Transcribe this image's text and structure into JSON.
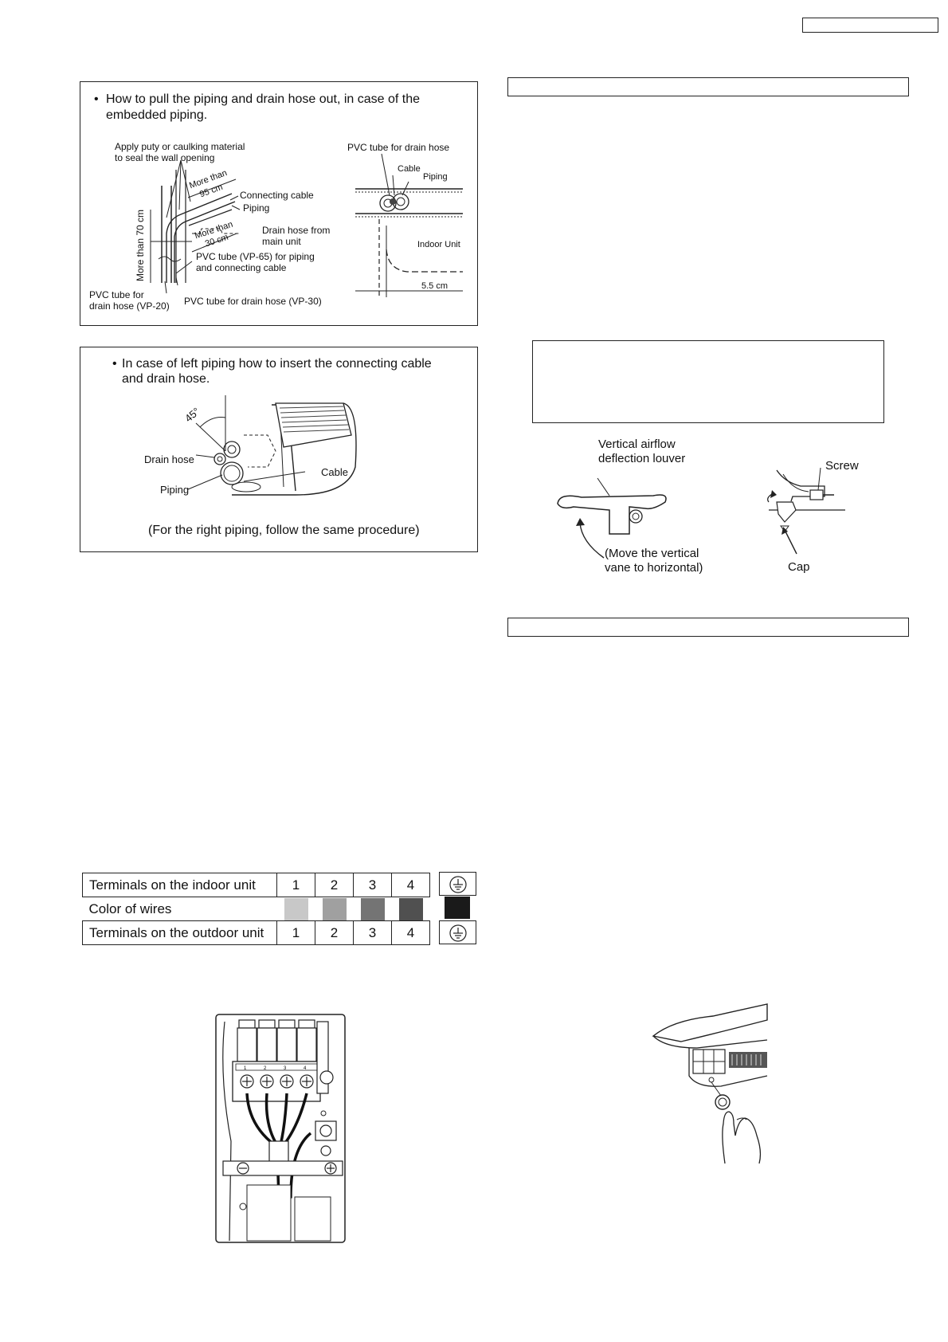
{
  "box1": {
    "bullet": "•",
    "heading_line1": "How to pull the piping and drain hose out, in case of the",
    "heading_line2": "embedded piping.",
    "labels": {
      "apply_puty": "Apply puty or caulking material",
      "seal_wall": "to seal the wall opening",
      "more_than_95_a": "More than",
      "more_than_95_b": "95 cm",
      "connecting_cable": "Connecting cable",
      "piping": "Piping",
      "more_than_30_a": "More than",
      "more_than_30_b": "30 cm",
      "drain_hose_from": "Drain hose from",
      "main_unit": "main unit",
      "more_than_70": "More than 70 cm",
      "pvc_vp65_a": "PVC tube (VP-65) for piping",
      "pvc_vp65_b": "and connecting cable",
      "pvc_vp20_a": "PVC tube for",
      "pvc_vp20_b": "drain hose (VP-20)",
      "pvc_vp30": "PVC tube for drain hose (VP-30)",
      "pvc_drain_hose": "PVC tube for drain hose",
      "cable": "Cable",
      "piping2": "Piping",
      "indoor_unit": "Indoor Unit",
      "dim_5_5": "5.5 cm"
    }
  },
  "box2": {
    "bullet": "•",
    "heading_line1": "In case of left piping how to insert the connecting cable",
    "heading_line2": "and drain hose.",
    "labels": {
      "angle": "45°",
      "drain_hose": "Drain hose",
      "cable": "Cable",
      "piping": "Piping",
      "note": "(For the right piping, follow the same procedure)"
    }
  },
  "louver": {
    "title_a": "Vertical airflow",
    "title_b": "deflection louver",
    "move_a": "(Move the vertical",
    "move_b": "vane to horizontal)",
    "screw": "Screw",
    "cap": "Cap"
  },
  "wire_table": {
    "rows": [
      {
        "label": "Terminals on the indoor unit",
        "cells": [
          "1",
          "2",
          "3",
          "4"
        ],
        "earth": true
      },
      {
        "label": "Color of wires",
        "swatches": [
          "#c8c8c8",
          "#a0a0a0",
          "#747474",
          "#505050"
        ],
        "earth_swatch": "#1a1a1a"
      },
      {
        "label": "Terminals on the outdoor unit",
        "cells": [
          "1",
          "2",
          "3",
          "4"
        ],
        "earth": true
      }
    ]
  },
  "terminal_board": {
    "numbers": [
      "1",
      "2",
      "3",
      "4"
    ]
  }
}
